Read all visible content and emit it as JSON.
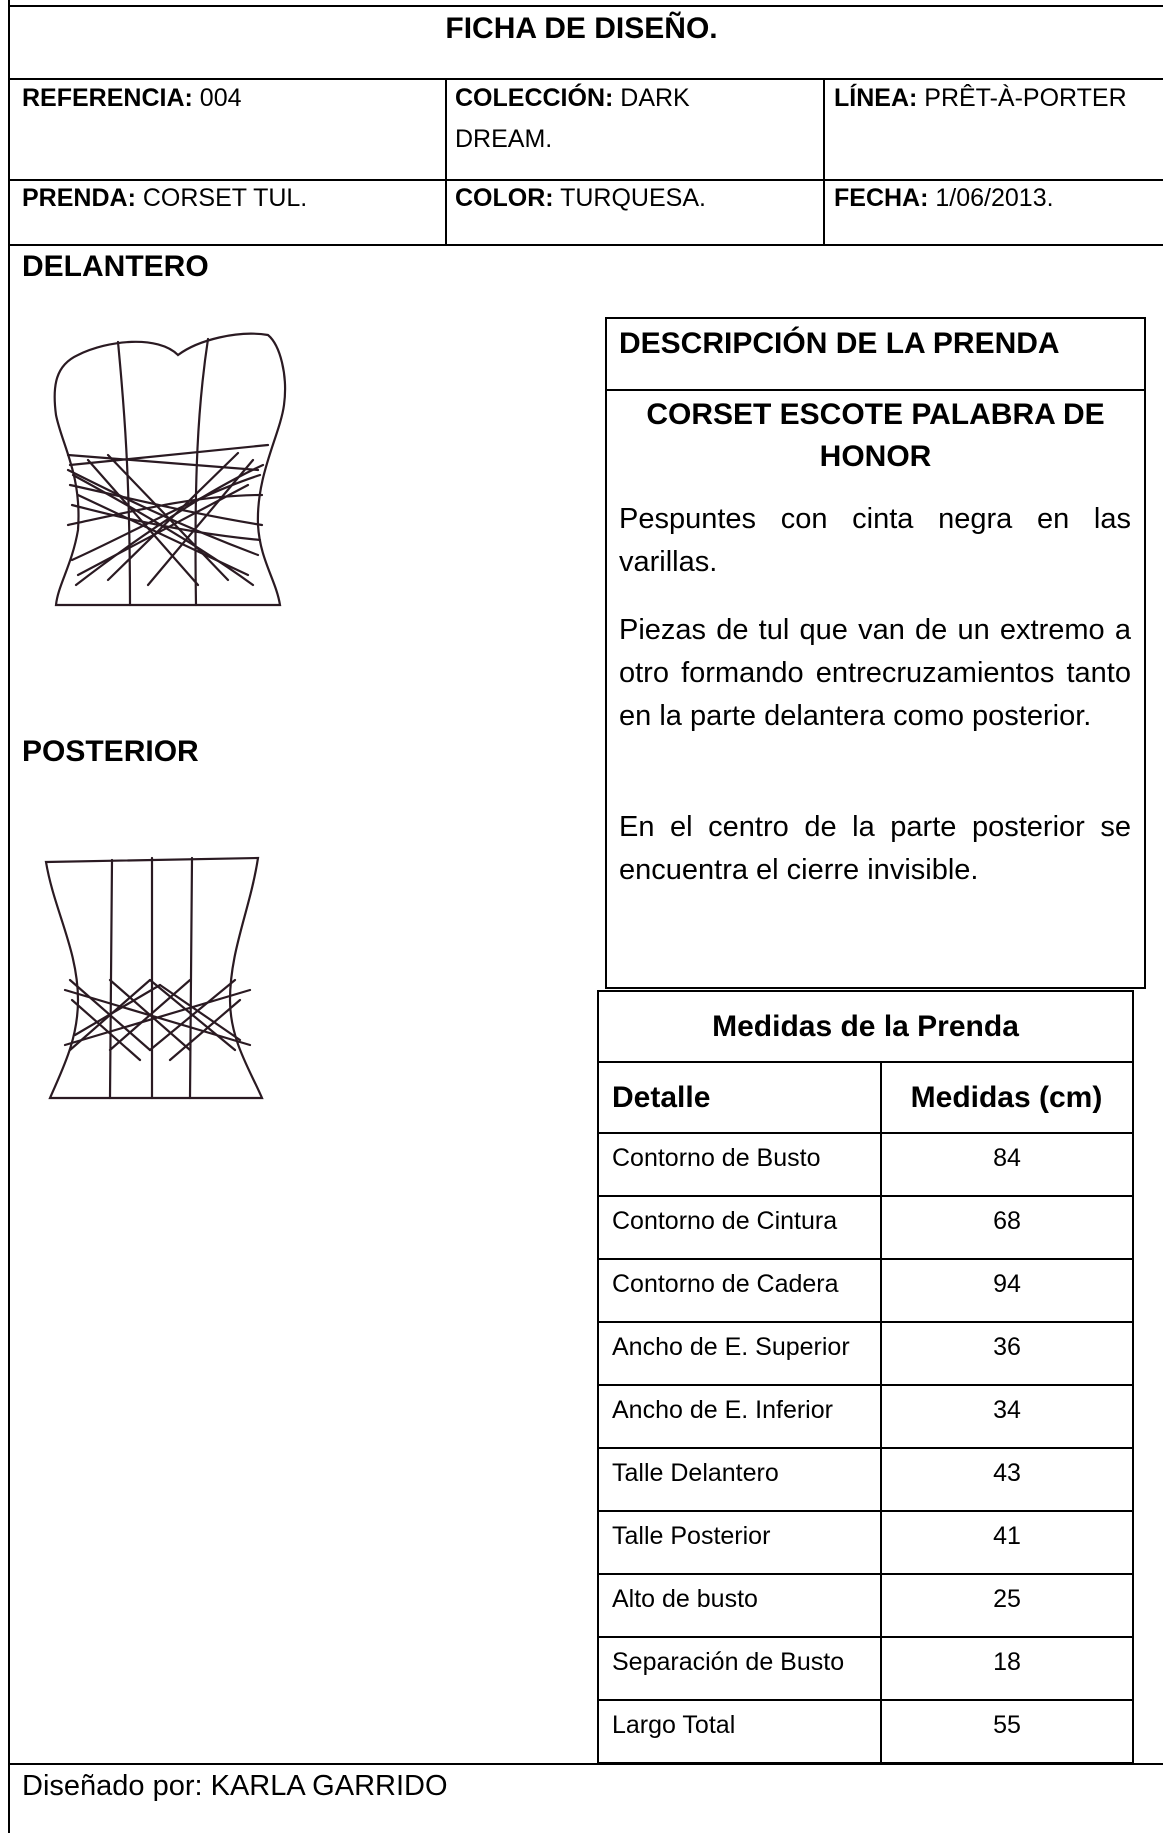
{
  "sheet": {
    "title": "FICHA DE DISEÑO.",
    "referencia_label": "REFERENCIA:",
    "referencia_value": " 004",
    "coleccion_label": "COLECCIÓN:",
    "coleccion_value_1": " DARK",
    "coleccion_value_2": "DREAM.",
    "linea_label": "LÍNEA:",
    "linea_value": " PRÊT-À-PORTER",
    "prenda_label": "PRENDA:",
    "prenda_value": " CORSET TUL.",
    "color_label": "COLOR:",
    "color_value": " TURQUESA.",
    "fecha_label": "FECHA:",
    "fecha_value": " 1/06/2013."
  },
  "sections": {
    "front_label": "DELANTERO",
    "back_label": "POSTERIOR"
  },
  "description": {
    "heading": "DESCRIPCIÓN DE LA PRENDA",
    "subtitle_1": "CORSET ESCOTE PALABRA DE",
    "subtitle_2": "HONOR",
    "paragraphs": [
      "Pespuntes con cinta negra en las varillas.",
      "Piezas de tul  que van de un extremo a otro formando entrecruzamientos tanto en la parte delantera como posterior.",
      "En el centro de la parte posterior se encuentra el cierre invisible."
    ]
  },
  "measures": {
    "title": "Medidas de la Prenda",
    "col_detail": "Detalle",
    "col_value": "Medidas (cm)",
    "rows": [
      {
        "label": "Contorno de Busto",
        "value": "84"
      },
      {
        "label": "Contorno de Cintura",
        "value": "68"
      },
      {
        "label": "Contorno de Cadera",
        "value": "94"
      },
      {
        "label": "Ancho de E. Superior",
        "value": "36"
      },
      {
        "label": "Ancho de E. Inferior",
        "value": "34"
      },
      {
        "label": "Talle Delantero",
        "value": "43"
      },
      {
        "label": "Talle Posterior",
        "value": "41"
      },
      {
        "label": "Alto de busto",
        "value": "25"
      },
      {
        "label": "Separación de Busto",
        "value": "18"
      },
      {
        "label": "Largo Total",
        "value": "55"
      }
    ]
  },
  "footer": {
    "designed_by": "Diseñado por: KARLA GARRIDO"
  },
  "icons": {
    "front_sketch": "corset-front-sketch",
    "back_sketch": "corset-back-sketch"
  }
}
